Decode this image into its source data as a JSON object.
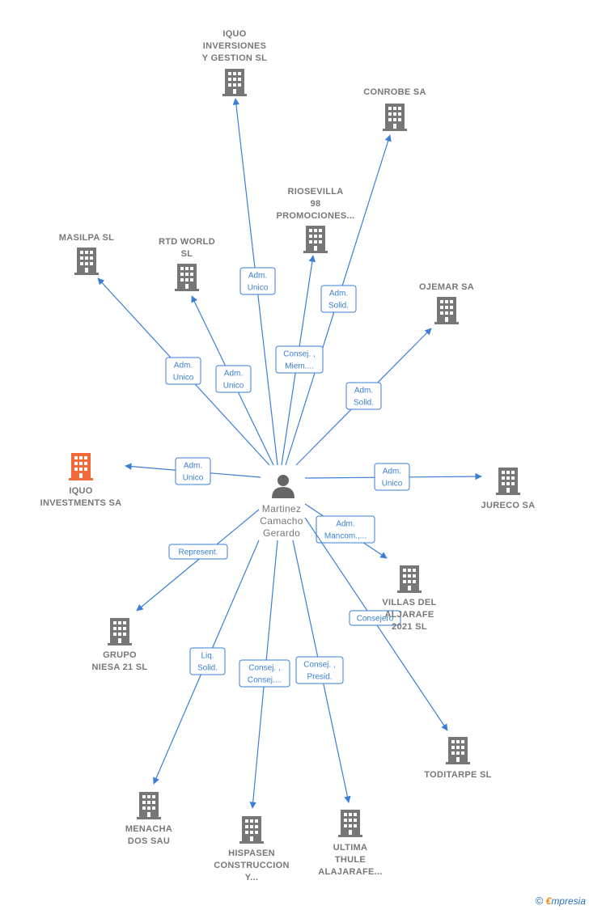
{
  "center": {
    "name": [
      "Martinez",
      "Camacho",
      "Gerardo"
    ]
  },
  "colors": {
    "edge": "#3a7fd5",
    "building": "#777777",
    "focus": "#f26a3a",
    "person": "#666666"
  },
  "nodes": [
    {
      "id": "iquo-inversiones",
      "label": [
        "IQUO",
        "INVERSIONES",
        "Y GESTION  SL"
      ],
      "focus": false
    },
    {
      "id": "conrobe",
      "label": [
        "CONROBE SA"
      ],
      "focus": false
    },
    {
      "id": "riosevilla",
      "label": [
        "RIOSEVILLA",
        "98",
        "PROMOCIONES..."
      ],
      "focus": false
    },
    {
      "id": "masilpa",
      "label": [
        "MASILPA  SL"
      ],
      "focus": false
    },
    {
      "id": "rtd-world",
      "label": [
        "RTD WORLD",
        "SL"
      ],
      "focus": false
    },
    {
      "id": "ojemar",
      "label": [
        "OJEMAR SA"
      ],
      "focus": false
    },
    {
      "id": "iquo-investments",
      "label": [
        "IQUO",
        "INVESTMENTS SA"
      ],
      "focus": true
    },
    {
      "id": "jureco",
      "label": [
        "JURECO SA"
      ],
      "focus": false
    },
    {
      "id": "villas-del-aljarafe",
      "label": [
        "VILLAS DEL",
        "ALJARAFE",
        "2021  SL"
      ],
      "focus": false
    },
    {
      "id": "grupo-niesa",
      "label": [
        "GRUPO",
        "NIESA 21  SL"
      ],
      "focus": false
    },
    {
      "id": "toditarpe",
      "label": [
        "TODITARPE SL"
      ],
      "focus": false
    },
    {
      "id": "menacha",
      "label": [
        "MENACHA",
        "DOS SAU"
      ],
      "focus": false
    },
    {
      "id": "hispasen",
      "label": [
        "HISPASEN",
        "CONSTRUCCION",
        "Y..."
      ],
      "focus": false
    },
    {
      "id": "ultima-thule",
      "label": [
        "ULTIMA",
        "THULE",
        "ALAJARAFE..."
      ],
      "focus": false
    }
  ],
  "edges": [
    {
      "to": "iquo-inversiones",
      "label": [
        "Adm.",
        "Unico"
      ]
    },
    {
      "to": "conrobe",
      "label": [
        "Adm.",
        "Solid."
      ]
    },
    {
      "to": "riosevilla",
      "label": [
        "Consej. ,",
        "Miem...."
      ]
    },
    {
      "to": "masilpa",
      "label": [
        "Adm.",
        "Unico"
      ]
    },
    {
      "to": "rtd-world",
      "label": [
        "Adm.",
        "Unico"
      ]
    },
    {
      "to": "ojemar",
      "label": [
        "Adm.",
        "Solid."
      ]
    },
    {
      "to": "iquo-investments",
      "label": [
        "Adm.",
        "Unico"
      ]
    },
    {
      "to": "jureco",
      "label": [
        "Adm.",
        "Unico"
      ]
    },
    {
      "to": "villas-del-aljarafe",
      "label": [
        "Adm.",
        "Mancom.,..."
      ]
    },
    {
      "to": "grupo-niesa",
      "label": [
        "Represent."
      ]
    },
    {
      "to": "toditarpe",
      "label": [
        "Consejero"
      ]
    },
    {
      "to": "menacha",
      "label": [
        "Liq.",
        "Solid."
      ]
    },
    {
      "to": "hispasen",
      "label": [
        "Consej. ,",
        "Consej...."
      ]
    },
    {
      "to": "ultima-thule",
      "label": [
        "Consej. ,",
        "Presid."
      ]
    }
  ],
  "footer": {
    "copyright": "©",
    "brand_e": "€",
    "brand_rest": "mpresia"
  }
}
